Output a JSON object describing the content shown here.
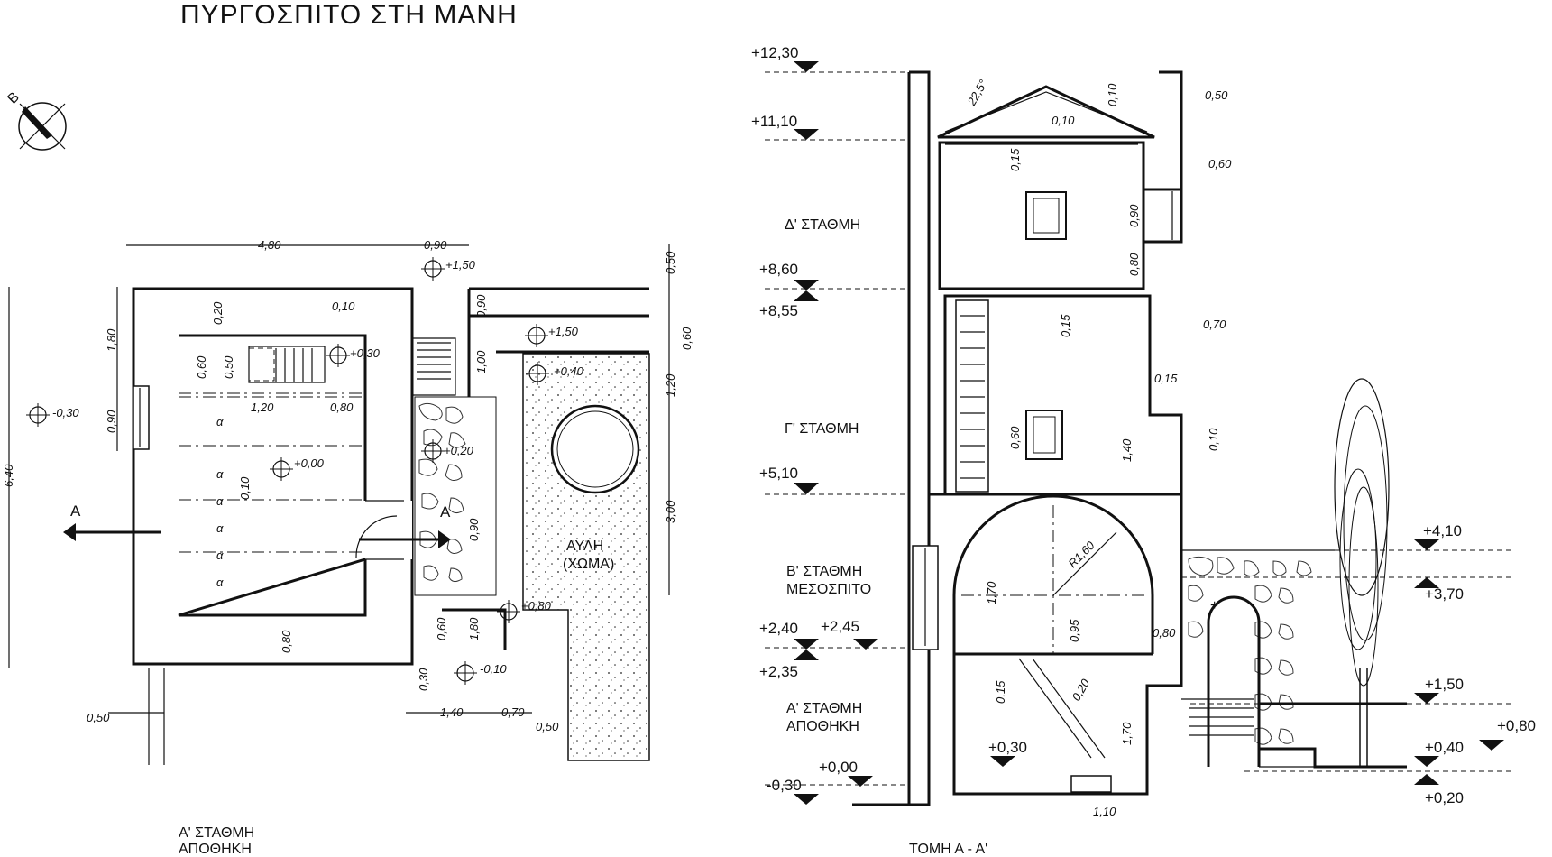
{
  "title": "ΠΥΡΓΟΣΠΙΤΟ ΣΤΗ ΜΑΝΗ",
  "north_letter": "Β",
  "plan": {
    "section_mark": "Α",
    "courtyard": "ΑΥΛΗ",
    "courtyard_sub": "(ΧΩΜΑ)",
    "caption_line1": "Α' ΣΤΑΘΜΗ",
    "caption_line2": "ΑΠΟΘΗΚΗ",
    "levels": {
      "p150a": "+1,50",
      "p150b": "+1,50",
      "p030": "+0,30",
      "m030": "-0,30",
      "p040": "+0,40",
      "p000": "+0,00",
      "p020": "+0,20",
      "p080": "+0,80",
      "m010": "-0,10"
    },
    "dims": {
      "d480": "4,80",
      "d090top": "0,90",
      "d020": "0,20",
      "d010": "0,10",
      "d180": "1,80",
      "d090left": "0,90",
      "d640": "6,40",
      "d060": "0,60",
      "d050a": "0,50",
      "d120a": "1,20",
      "d080a": "0,80",
      "d010b": "0,10",
      "d080b": "0,80",
      "d050b": "0,50",
      "d090c": "0,90",
      "d100": "1,00",
      "d090d": "0,90",
      "d060b": "0,60",
      "d180b": "1,80",
      "d030": "0,30",
      "d140": "1,40",
      "d070": "0,70",
      "d050c": "0,50",
      "d050r": "0,50",
      "d060r": "0,60",
      "d120r": "1,20",
      "d300": "3,00",
      "a1": "α",
      "a2": "α",
      "a3": "α",
      "a4": "α",
      "a5": "α",
      "a6": "α"
    }
  },
  "section": {
    "caption": "ΤΟΜΗ   Α - Α'",
    "floors": {
      "d": "Δ' ΣΤΑΘΜΗ",
      "g": "Γ' ΣΤΑΘΜΗ",
      "b1": "Β' ΣΤΑΘΜΗ",
      "b2": "ΜΕΣΟΣΠΙΤΟ",
      "a1": "Α' ΣΤΑΘΜΗ",
      "a2": "ΑΠΟΘΗΚΗ"
    },
    "levels": {
      "l1230": "+12,30",
      "l1110": "+11,10",
      "l860": "+8,60",
      "l855": "+8,55",
      "l510": "+5,10",
      "l240": "+2,40",
      "l245": "+2,45",
      "l235": "+2,35",
      "l000": "+0,00",
      "l030": "+0,30",
      "lm030": "-0,30",
      "r410": "+4,10",
      "r370": "+3,70",
      "r150": "+1,50",
      "r040": "+0,40",
      "r080": "+0,80",
      "r020": "+0,20"
    },
    "dims": {
      "roof_angle": "22,5°",
      "r010a": "0,10",
      "r010b": "0,10",
      "d015a": "0,15",
      "d050": "0,50",
      "d060": "0,60",
      "d090": "0,90",
      "d080": "0,80",
      "d015b": "0,15",
      "d070": "0,70",
      "d015c": "0,15",
      "d010": "0,10",
      "d060b": "0,60",
      "d140": "1,40",
      "d170": "1,70",
      "radius": "R1,60",
      "d095": "0,95",
      "d080b": "0,80",
      "d015d": "0,15",
      "d020": "0,20",
      "d170b": "1,70",
      "d110": "1,10"
    }
  }
}
